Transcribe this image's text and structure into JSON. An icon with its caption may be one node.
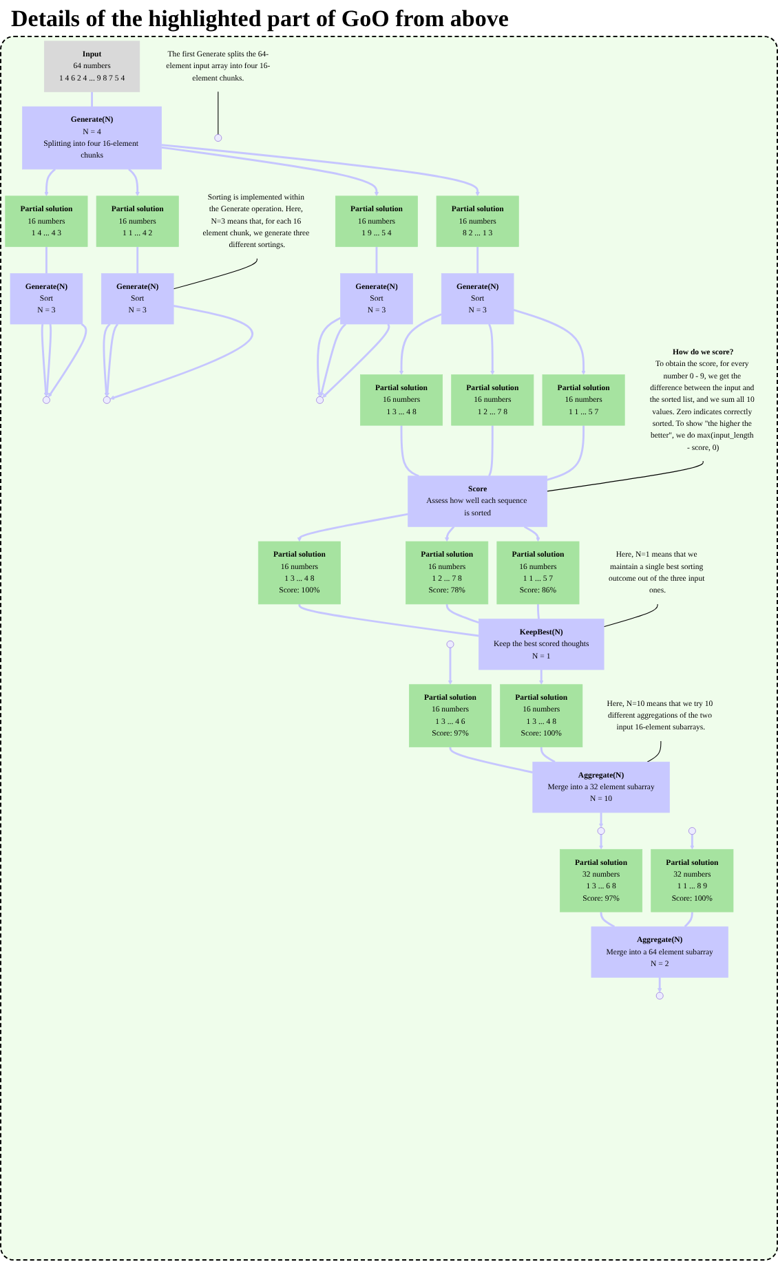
{
  "diagram": {
    "title": "Details of the highlighted part of GoO from above",
    "nodes": [
      {
        "text": [
          "Input",
          "64 numbers",
          "1 4 6 2 4 ... 9 8 7 5 4"
        ]
      },
      {
        "text": [
          "Generate(N)",
          "N = 4",
          "Splitting into four 16-element chunks"
        ]
      },
      {
        "text": [
          "Partial solution",
          "16 numbers",
          "1 4 ... 4 3"
        ]
      },
      {
        "text": [
          "Partial solution",
          "16 numbers",
          "8 2 ... 1 3"
        ]
      },
      {
        "text": [
          "Partial solution",
          "16 numbers",
          "1 1 ... 4 2"
        ]
      },
      {
        "text": [
          "Partial solution",
          "16 numbers",
          "1 9 ... 5 4"
        ]
      },
      {
        "text": [
          "Generate(N)",
          "Sort",
          "N = 3"
        ]
      },
      {
        "text": [
          "Generate(N)",
          "Sort",
          "N = 3"
        ]
      },
      {
        "text": [
          "Generate(N)",
          "Sort",
          "N = 3"
        ]
      },
      {
        "text": [
          "Generate(N)",
          "Sort",
          "N = 3"
        ]
      },
      {
        "text": [],
        "shape": "dots"
      },
      {
        "text": [],
        "shape": "dots"
      },
      {
        "text": [],
        "shape": "dots"
      },
      {
        "text": [
          "Partial solution",
          "16 numbers",
          "1 3 ... 4 8"
        ]
      },
      {
        "text": [
          "Partial solution",
          "16 numbers",
          "1 2 ... 7 8"
        ]
      },
      {
        "text": [
          "Partial solution",
          "16 numbers",
          "1 1 ... 5 7"
        ]
      },
      {
        "text": [
          "Score",
          "Assess how well each sequence is sorted"
        ]
      },
      {
        "text": [
          "Partial solution",
          "16 numbers",
          "1 3 ... 4 8",
          "Score: 100%"
        ]
      },
      {
        "text": [
          "Partial solution",
          "16 numbers",
          "1 2 ... 7 8",
          "Score: 78%"
        ]
      },
      {
        "text": [
          "Partial solution",
          "16 numbers",
          "1 1 ... 5 7",
          "Score: 86%"
        ]
      },
      {
        "text": [
          "KeepBest(N)",
          "Keep the best scored thoughts",
          "N = 1"
        ]
      },
      {
        "text": [],
        "shape": "dots"
      },
      {
        "text": [],
        "shape": "dots"
      },
      {
        "text": [],
        "shape": "dots"
      },
      {
        "text": [
          "Partial solution",
          "16 numbers",
          "1 3 ... 4 6",
          "Score: 97%"
        ]
      },
      {
        "text": [
          "Partial solution",
          "16 numbers",
          "1 3 ... 4 8",
          "Score: 100%"
        ]
      },
      {
        "text": [
          "Partial solution",
          "32 numbers",
          "1 3 ... 6 8",
          "Score: 97%"
        ]
      },
      {
        "text": [
          "Partial solution",
          "32 numbers",
          "1 1 ... 8 9",
          "Score: 100%"
        ]
      },
      {
        "text": [
          "Aggregate(N)",
          "Merge into a 32 element subarray",
          "N = 10"
        ]
      },
      {
        "text": [
          "Aggregate(N)",
          "Merge into a 64 element subarray",
          "N = 2"
        ]
      },
      {
        "text": [],
        "shape": "dots"
      },
      {
        "text": [
          "The first Generate splits the 64-element input array into four 16-element chunks."
        ]
      },
      {
        "text": [
          "Sorting is implemented within the Generate operation. Here, N=3 means that, for each 16 element chunk, we generate three different sortings."
        ]
      },
      {
        "text": [
          "How do we score?",
          "To obtain the score, for every number 0 - 9, we get the difference between the input and the sorted list, and we sum all 10 values. Zero indicates correctly sorted. To show \"the higher the better\", we do max(input_length - score, 0)"
        ]
      },
      {
        "text": [
          "Here, N=1 means that we maintain a single best sorting outcome out of the three input ones."
        ]
      },
      {
        "text": [
          "Here, N=10 means that we try 10 different aggregations of the two input 16-element subarrays."
        ]
      }
    ],
    "edges": [
      {
        "from": 0,
        "to": 1,
        "arrow": "none"
      },
      {
        "from": 1,
        "to": 2,
        "arrow": "to"
      },
      {
        "from": 1,
        "to": 3,
        "arrow": "to"
      },
      {
        "from": 1,
        "to": 4,
        "arrow": "to"
      },
      {
        "from": 1,
        "to": 5,
        "arrow": "to"
      },
      {
        "from": 2,
        "to": 6,
        "arrow": "none"
      },
      {
        "from": 3,
        "to": 7,
        "arrow": "none"
      },
      {
        "from": 4,
        "to": 8,
        "arrow": "none"
      },
      {
        "from": 5,
        "to": 9,
        "arrow": "none"
      },
      {
        "from": 6,
        "to": 10,
        "arrow": "to"
      },
      {
        "from": 6,
        "to": 10,
        "arrow": "to"
      },
      {
        "from": 6,
        "to": 10,
        "arrow": "to"
      },
      {
        "from": 7,
        "to": 13,
        "arrow": "to"
      },
      {
        "from": 7,
        "to": 14,
        "arrow": "to"
      },
      {
        "from": 7,
        "to": 15,
        "arrow": "to"
      },
      {
        "from": 8,
        "to": 11,
        "arrow": "to"
      },
      {
        "from": 8,
        "to": 11,
        "arrow": "to"
      },
      {
        "from": 8,
        "to": 11,
        "arrow": "to"
      },
      {
        "from": 9,
        "to": 12,
        "arrow": "to"
      },
      {
        "from": 9,
        "to": 12,
        "arrow": "to"
      },
      {
        "from": 9,
        "to": 12,
        "arrow": "to"
      },
      {
        "from": 13,
        "to": 16,
        "arrow": "none"
      },
      {
        "from": 14,
        "to": 16,
        "arrow": "none"
      },
      {
        "from": 15,
        "to": 16,
        "arrow": "none"
      },
      {
        "from": 16,
        "to": 17,
        "arrow": "to"
      },
      {
        "from": 16,
        "to": 18,
        "arrow": "to"
      },
      {
        "from": 16,
        "to": 19,
        "arrow": "to"
      },
      {
        "from": 17,
        "to": 20,
        "arrow": "none"
      },
      {
        "from": 18,
        "to": 20,
        "arrow": "none"
      },
      {
        "from": 19,
        "to": 20,
        "arrow": "none"
      },
      {
        "from": 21,
        "to": 24,
        "arrow": "to"
      },
      {
        "from": 20,
        "to": 25,
        "arrow": "to"
      },
      {
        "from": 24,
        "to": 28,
        "arrow": "none"
      },
      {
        "from": 25,
        "to": 28,
        "arrow": "none"
      },
      {
        "from": 28,
        "to": 22,
        "arrow": "to"
      },
      {
        "from": 22,
        "to": 26,
        "arrow": "to"
      },
      {
        "from": 23,
        "to": 27,
        "arrow": "to"
      },
      {
        "from": 26,
        "to": 29,
        "arrow": "none"
      },
      {
        "from": 27,
        "to": 29,
        "arrow": "none"
      },
      {
        "from": 29,
        "to": 30,
        "arrow": "to"
      },
      {
        "from": 31,
        "to": null,
        "arrow": "none",
        "color": "#000000"
      },
      {
        "from": 32,
        "to": 8,
        "arrow": "none",
        "color": "#000000"
      },
      {
        "from": 33,
        "to": 16,
        "arrow": "none",
        "color": "#000000"
      },
      {
        "from": 34,
        "to": 20,
        "arrow": "none",
        "color": "#000000"
      },
      {
        "from": 35,
        "to": 28,
        "arrow": "none",
        "color": "#000000"
      }
    ]
  }
}
